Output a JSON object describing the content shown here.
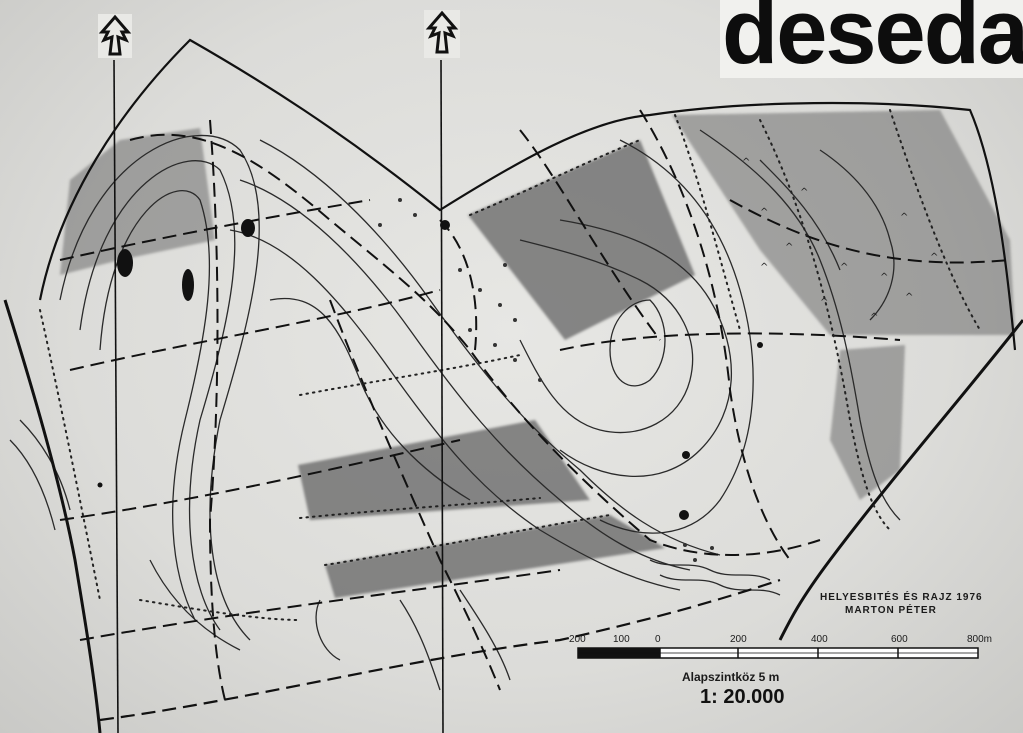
{
  "map": {
    "title": "deseda",
    "credits": {
      "line1": "HELYESBITÉS ÉS RAJZ 1976",
      "line2": "MARTON PÉTER"
    },
    "scale_bar": {
      "ticks": [
        "200",
        "100",
        "0",
        "200",
        "400",
        "600",
        "800m"
      ]
    },
    "contour_interval": "Alapszintköz 5 m",
    "scale_ratio": "1: 20.000",
    "north_arrows": [
      "north-arrow-left",
      "north-arrow-center"
    ]
  }
}
